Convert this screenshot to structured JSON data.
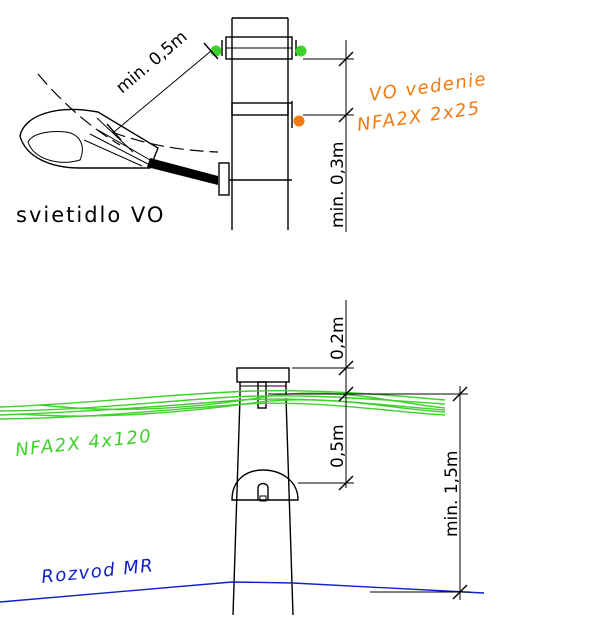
{
  "top": {
    "dim_clearance_top": "min. 0,5m",
    "cable_label_line1": "VO vedenie",
    "cable_label_line2": "NFA2X  2x25",
    "dim_vertical": "min. 0,3m",
    "luminaire_label": "svietidlo VO"
  },
  "bottom": {
    "dim_top": "0,2m",
    "dim_mid": "0,5m",
    "dim_total": "min. 1,5m",
    "cable_label": "NFA2X  4x120",
    "network_label": "Rozvod MR"
  },
  "colors": {
    "cable_orange": "#f07a10",
    "cable_green": "#3fd12b",
    "network_blue": "#1020c8"
  }
}
